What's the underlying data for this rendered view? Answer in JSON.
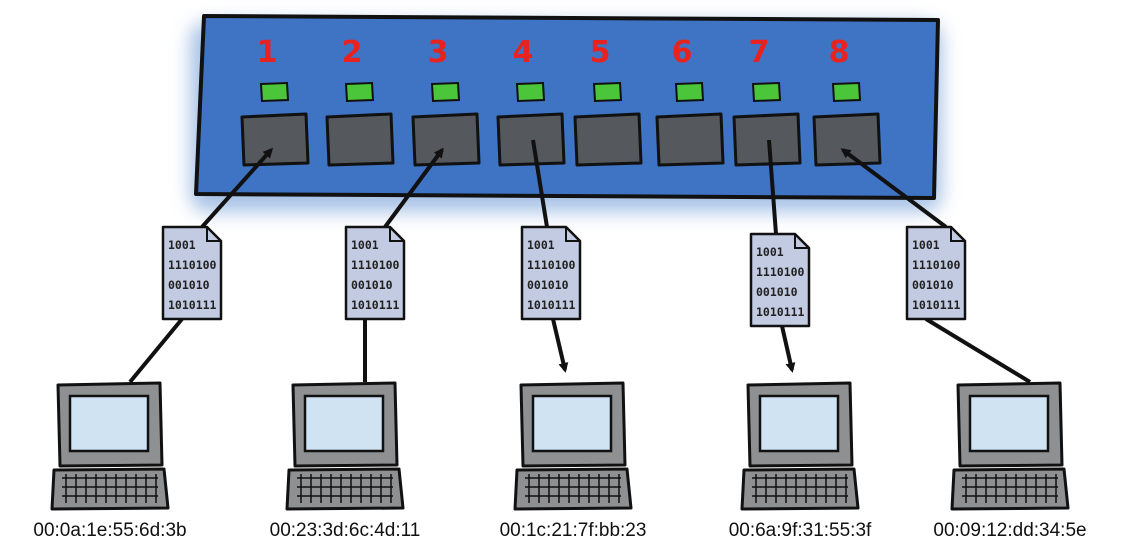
{
  "switch": {
    "ports": [
      {
        "number": "1"
      },
      {
        "number": "2"
      },
      {
        "number": "3"
      },
      {
        "number": "4"
      },
      {
        "number": "5"
      },
      {
        "number": "6"
      },
      {
        "number": "7"
      },
      {
        "number": "8"
      }
    ]
  },
  "frame_label": {
    "lines": [
      "1001",
      "1110100",
      "001010",
      "1010111"
    ]
  },
  "computers": [
    {
      "mac": "00:0a:1e:55:6d:3b",
      "port": "1",
      "direction": "to-switch"
    },
    {
      "mac": "00:23:3d:6c:4d:11",
      "port": "3",
      "direction": "to-switch"
    },
    {
      "mac": "00:1c:21:7f:bb:23",
      "port": "4",
      "direction": "to-computer"
    },
    {
      "mac": "00:6a:9f:31:55:3f",
      "port": "7",
      "direction": "to-computer"
    },
    {
      "mac": "00:09:12:dd:34:5e",
      "port": "8",
      "direction": "to-switch"
    }
  ],
  "colors": {
    "switch_body": "#3f73c4",
    "switch_glow": "#a9c3e6",
    "port": "#55585c",
    "port_led": "#4bc63a",
    "port_number": "#e8231f",
    "computer_body": "#8e9092",
    "computer_screen": "#cfe3f2",
    "frame_paper": "#c3cbe3"
  }
}
